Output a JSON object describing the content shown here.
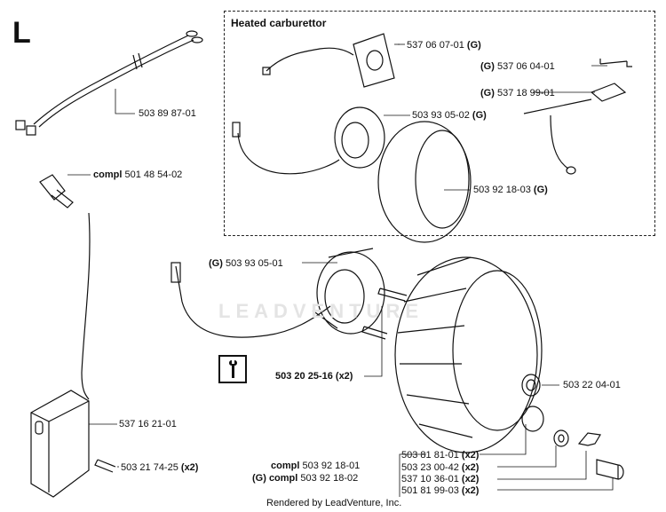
{
  "section_letter": "L",
  "inset_title": "Heated carburettor",
  "footer": "Rendered by LeadVenture, Inc.",
  "watermark": "LEADVENTURE",
  "parts": {
    "cable": "503 89 87-01",
    "plug_cap_prefix": "compl",
    "plug_cap": "501 48 54-02",
    "inset_plate": "537 06 07-01",
    "inset_plate_suffix": "(G)",
    "inset_bracket_prefix": "(G)",
    "inset_bracket": "537 06 04-01",
    "inset_heater_prefix": "(G)",
    "inset_heater": "537 18 99-01",
    "inset_magnet": "503 93 05-02",
    "inset_magnet_suffix": "(G)",
    "inset_flywheel": "503 92 18-03",
    "inset_flywheel_suffix": "(G)",
    "magnet_prefix": "(G)",
    "magnet": "503 93 05-01",
    "screws": "503 20 25-16",
    "screws_qty": "(x2)",
    "nut": "503 22 04-01",
    "module": "537 16 21-01",
    "module_screws": "503 21 74-25",
    "module_screws_qty": "(x2)",
    "flywheel_prefix": "compl",
    "flywheel": "503 92 18-01",
    "flywheel_g_prefix": "(G) compl",
    "flywheel_g": "503 92 18-02",
    "spring": "503 81 81-01",
    "spring_qty": "(x2)",
    "washer": "503 23 00-42",
    "washer_qty": "(x2)",
    "pawl": "537 10 36-01",
    "pawl_qty": "(x2)",
    "pin": "501 81 99-03",
    "pin_qty": "(x2)"
  }
}
